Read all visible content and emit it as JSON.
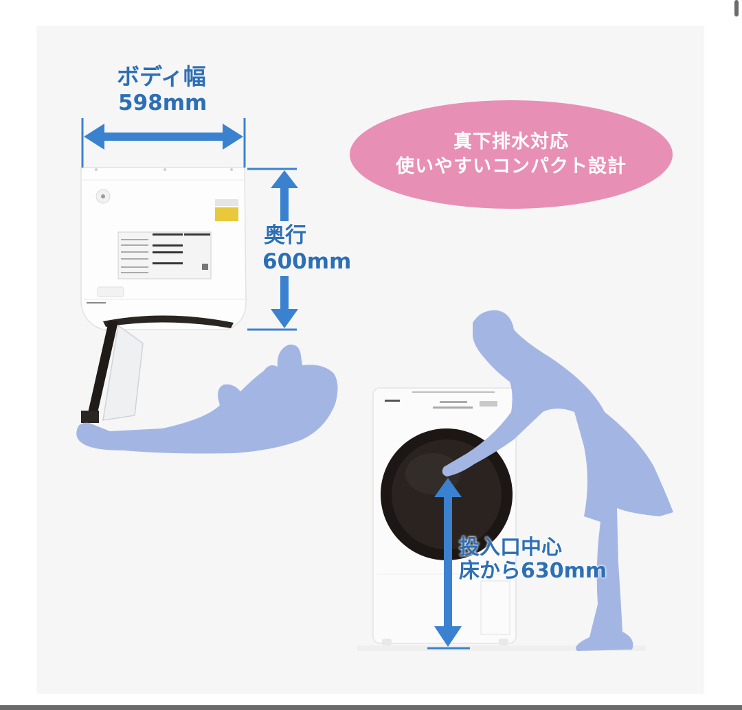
{
  "product_image": {
    "width_label": {
      "title": "ボディ幅",
      "value": "598mm"
    },
    "depth_label": {
      "title": "奥行",
      "value": "600mm"
    },
    "height_label": {
      "line1": "投入口中心",
      "line2": "床から630mm"
    },
    "feature_bubble": {
      "line1": "真下排水対応",
      "line2": "使いやすいコンパクト設計"
    },
    "colors": {
      "dimension_blue": "#2d6fb5",
      "arrow_blue": "#3a82cf",
      "bubble_pink": "#e88fb5",
      "silhouette_lavender": "#a3b6e3",
      "panel_bg": "#f6f6f7"
    }
  }
}
